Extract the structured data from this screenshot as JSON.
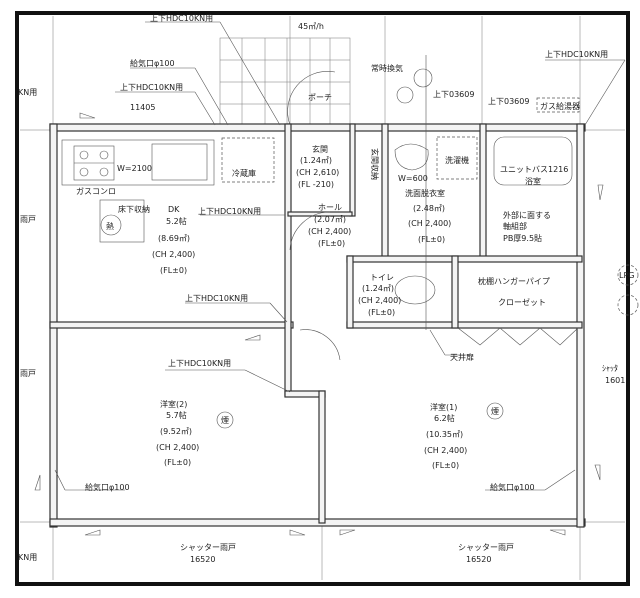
{
  "plan": {
    "hdc_label": "上下HDC10KN用",
    "hdc_partial": "KN用",
    "airflow": "45㎥/h",
    "supply_vent": "給気口φ100",
    "dimension_top": "11405",
    "constant_vent": "常時換気",
    "pipe_1": "上下03609",
    "pipe_2": "上下03609",
    "water_heater": "ガス給湯器",
    "porch": "ポーチ",
    "fridge": "冷蔵庫",
    "kitchen_width": "W=2100",
    "gas_stove": "ガスコンロ",
    "heat_symbol": "熱",
    "underfloor": "床下収納",
    "dk": {
      "name": "DK",
      "size": "5.2帖",
      "area": "(8.69㎡)",
      "ch": "(CH 2,400)",
      "fl": "(FL±0)"
    },
    "entrance": {
      "name": "玄関",
      "area": "(1.24㎡)",
      "ch": "(CH 2,610)",
      "fl": "(FL -210)"
    },
    "entrance_storage": "玄関収納",
    "hall": {
      "name": "ホール",
      "area": "(2.07㎡)",
      "ch": "(CH 2,400)",
      "fl": "(FL±0)"
    },
    "washer": "洗濯機",
    "sink_width": "W=600",
    "washroom": {
      "name": "洗面脱衣室",
      "area": "(2.48㎡)",
      "ch": "(CH 2,400)",
      "fl": "(FL±0)"
    },
    "bath": {
      "name": "ユニットバス1216",
      "room": "浴室"
    },
    "exterior_note": [
      "外部に面する",
      "軸組部",
      "PB厚9.5貼"
    ],
    "toilet": {
      "name": "トイレ",
      "area": "(1.24㎡)",
      "ch": "(CH 2,400)",
      "fl": "(FL±0)"
    },
    "closet_shelf": "枕棚ハンガーパイプ",
    "closet": "クローゼット",
    "lpg": "LPG",
    "ceiling_hatch": "天井扉",
    "shutter_right": "ｼｬｯﾀ",
    "shutter_right_dim": "1601",
    "amado": "雨戸",
    "western_2": {
      "name": "洋室(2)",
      "size": "5.7帖",
      "area": "(9.52㎡)",
      "ch": "(CH 2,400)",
      "fl": "(FL±0)"
    },
    "western_1": {
      "name": "洋室(1)",
      "size": "6.2帖",
      "area": "(10.35㎡)",
      "ch": "(CH 2,400)",
      "fl": "(FL±0)"
    },
    "smoke": "煙",
    "shutter_amado": "シャッター雨戸",
    "shutter_dim": "16520"
  }
}
